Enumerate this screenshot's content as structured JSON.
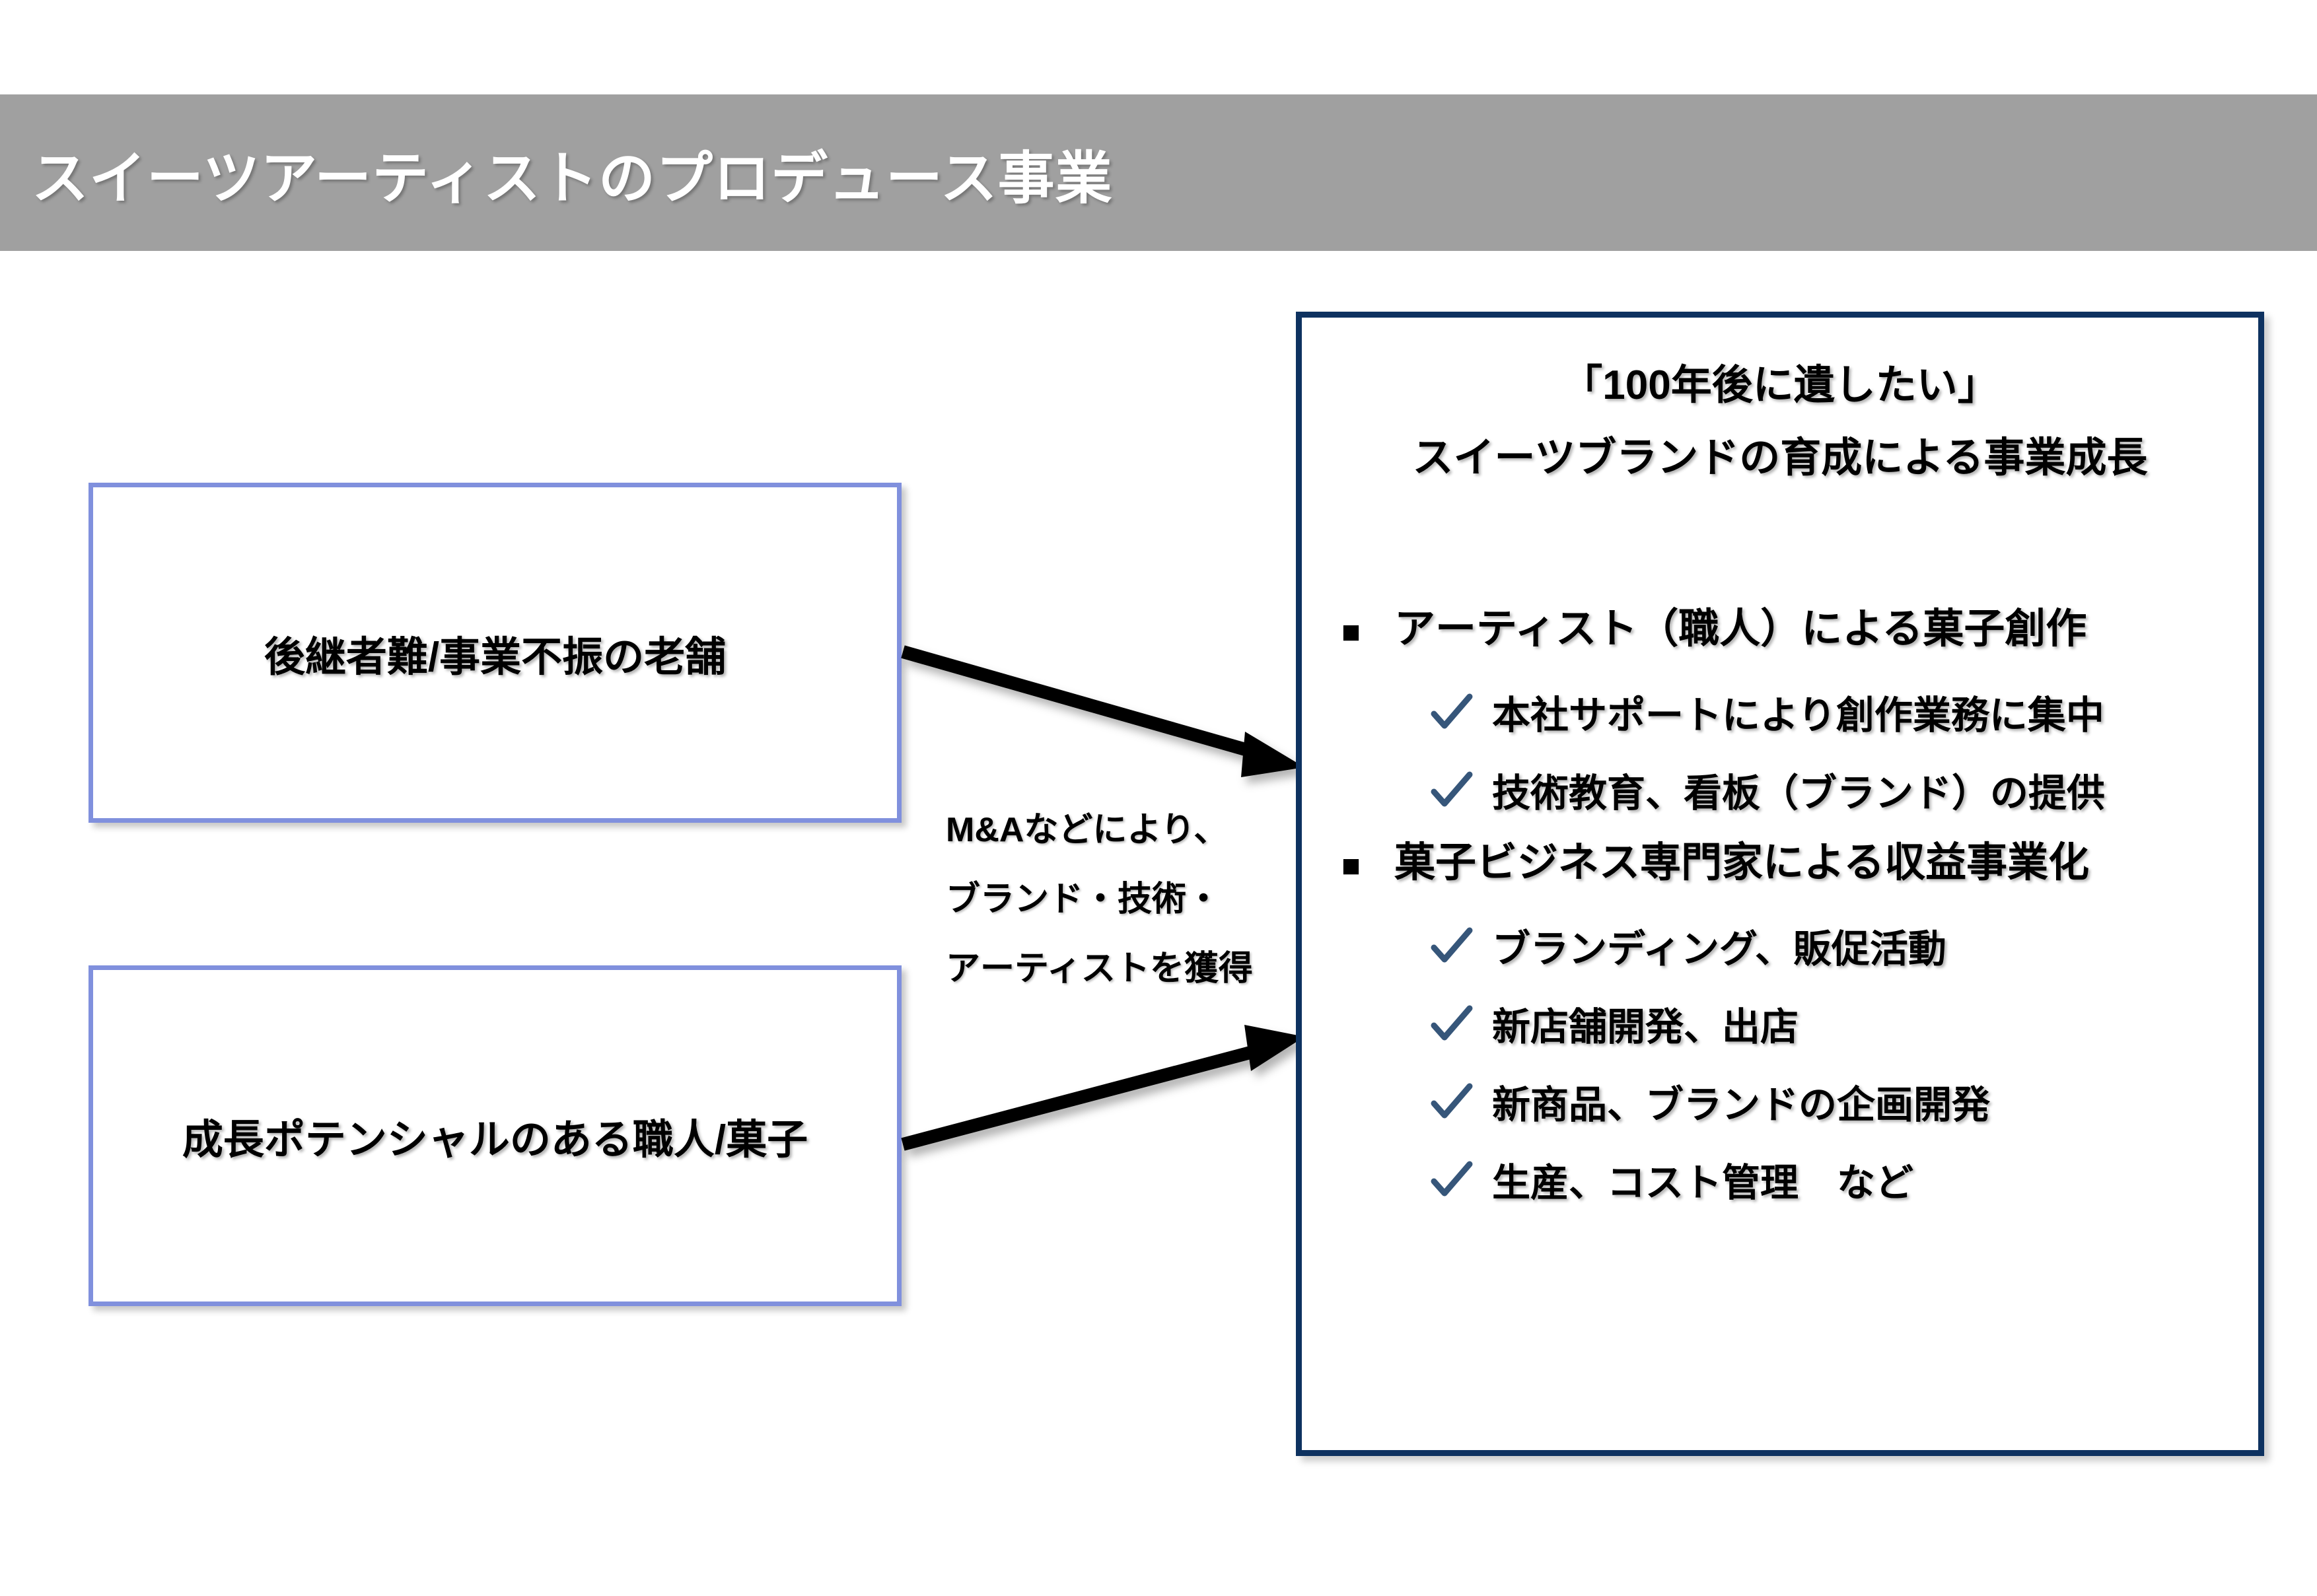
{
  "slide": {
    "title": "スイーツアーティストのプロデュース事業",
    "banner_color": "#a0a0a0",
    "title_color": "#ffffff"
  },
  "source_boxes": [
    {
      "label": "後継者難/事業不振の老舗",
      "border_color": "#8090dd"
    },
    {
      "label": "成長ポテンシャルのある職人/菓子",
      "border_color": "#8090dd"
    }
  ],
  "middle_caption": {
    "lines": [
      "M&Aなどにより、",
      "ブランド・技術・",
      "アーティストを獲得"
    ]
  },
  "arrows": [
    {
      "name": "arrow-top",
      "from": "source-box-1",
      "to": "outcome-box",
      "color": "#000000"
    },
    {
      "name": "arrow-bottom",
      "from": "source-box-2",
      "to": "outcome-box",
      "color": "#000000"
    }
  ],
  "outcome_box": {
    "border_color": "#0e3260",
    "header_lines": [
      "「100年後に遺したい」",
      "スイーツブランドの育成による事業成長"
    ],
    "check_color": "#36567a",
    "bullet_marker": "■",
    "items": [
      {
        "marker": "■",
        "label": "アーティスト（職人）による菓子創作",
        "children": [
          "本社サポートにより創作業務に集中",
          "技術教育、看板（ブランド）の提供"
        ]
      },
      {
        "marker": "■",
        "label": "菓子ビジネス専門家による収益事業化",
        "children": [
          "ブランディング、販促活動",
          "新店舗開発、出店",
          "新商品、ブランドの企画開発",
          "生産、コスト管理　など"
        ]
      }
    ]
  }
}
